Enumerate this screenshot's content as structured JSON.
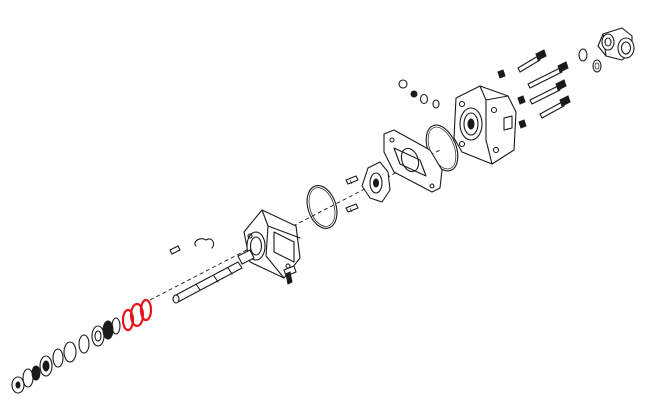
{
  "diagram": {
    "type": "exploded-parts-view",
    "highlight_color": "#e8141c",
    "line_color": "#1a1a1a",
    "background": "#ffffff",
    "highlighted_part": "o-ring-pair-on-shaft",
    "parts": [
      "elbow-fitting",
      "fitting-washers",
      "long-bolts",
      "short-bolts",
      "pump-end-cover",
      "large-o-ring",
      "gasket-plate",
      "rotor-gear",
      "dowel-pins",
      "body-o-ring",
      "mounting-flange-housing",
      "key-and-retaining-clips",
      "drive-shaft",
      "shaft-seal-stack",
      "highlighted-o-rings"
    ]
  }
}
